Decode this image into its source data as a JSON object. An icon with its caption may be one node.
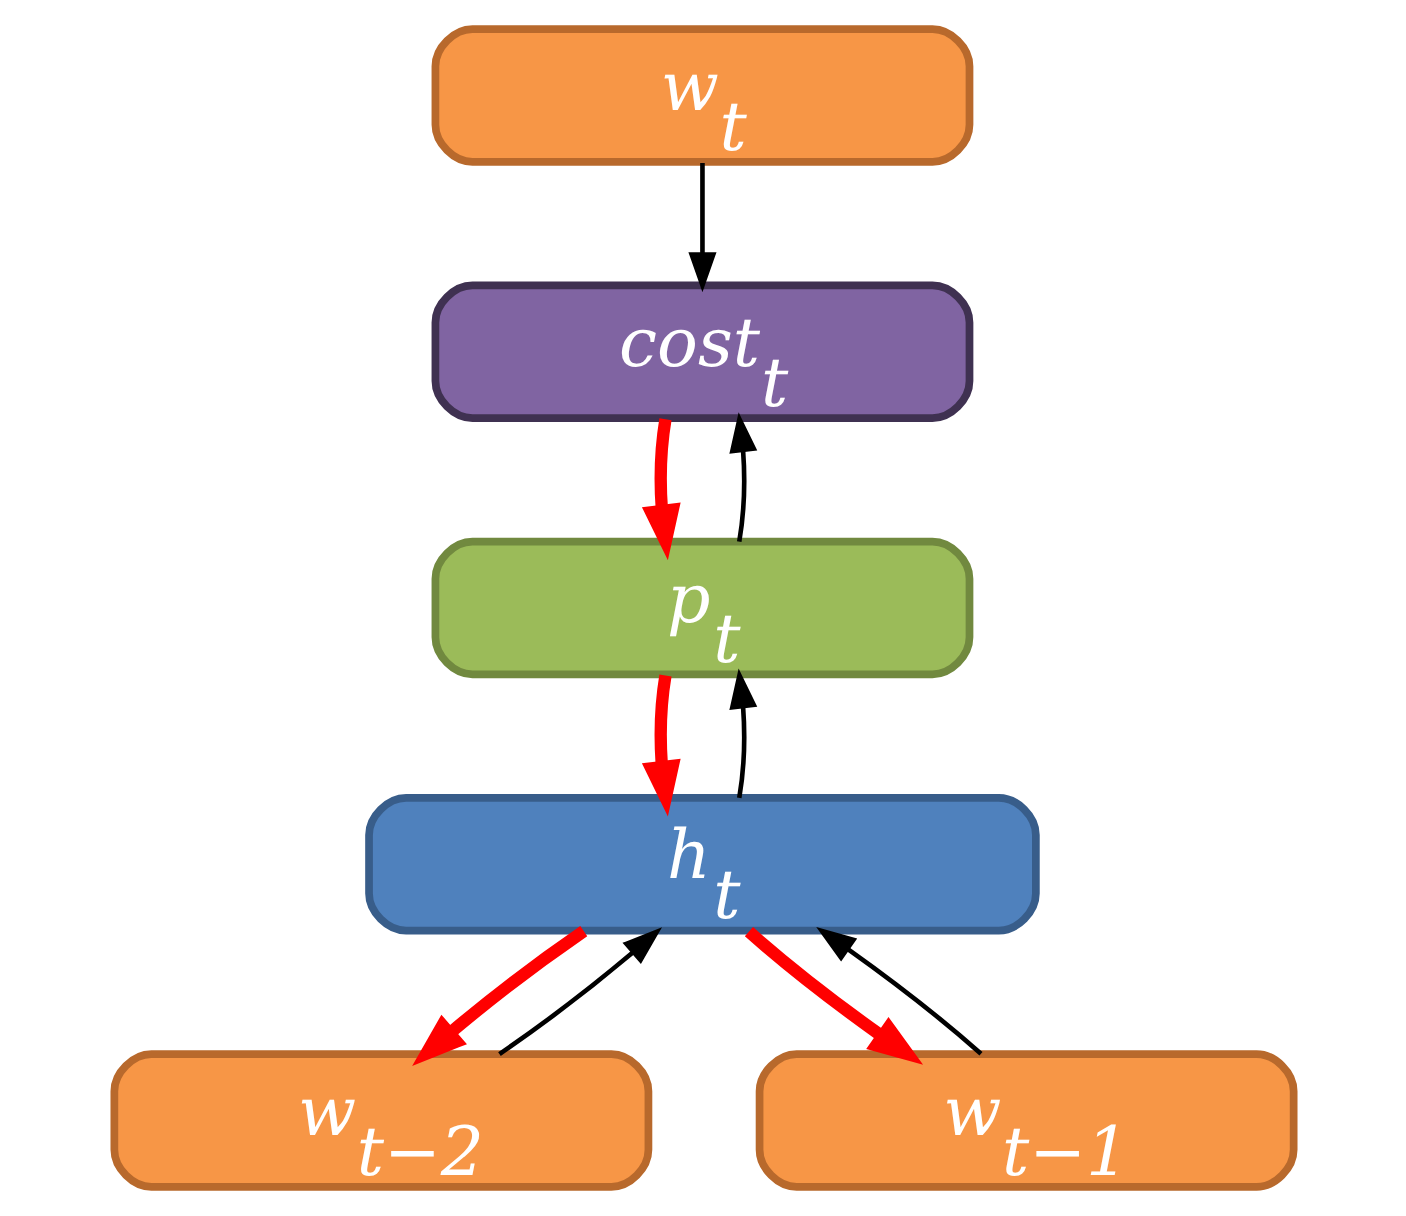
{
  "diagram": {
    "nodes": [
      {
        "text": [
          "w$_{t}$"
        ]
      },
      {
        "text": [
          "cost$_{t}$"
        ]
      },
      {
        "text": [
          "p$_{t}$"
        ]
      },
      {
        "text": [
          "h$_{t}$"
        ]
      },
      {
        "text": [
          "w$_{t−2}$"
        ]
      },
      {
        "text": [
          "w$_{t−1}$"
        ]
      }
    ],
    "edges": [
      {
        "from": 0,
        "to": 1,
        "arrow": "to"
      },
      {
        "from": 2,
        "to": 1,
        "arrow": "to"
      },
      {
        "from": 1,
        "to": 2,
        "arrow": "to",
        "style": "thick",
        "color": "#ff0000"
      },
      {
        "from": 3,
        "to": 2,
        "arrow": "to"
      },
      {
        "from": 2,
        "to": 3,
        "arrow": "to",
        "style": "thick",
        "color": "#ff0000"
      },
      {
        "from": 4,
        "to": 3,
        "arrow": "to"
      },
      {
        "from": 5,
        "to": 3,
        "arrow": "to"
      },
      {
        "from": 3,
        "to": 4,
        "arrow": "to",
        "style": "thick",
        "color": "#ff0000"
      },
      {
        "from": 3,
        "to": 5,
        "arrow": "to",
        "style": "thick",
        "color": "#ff0000"
      }
    ]
  }
}
